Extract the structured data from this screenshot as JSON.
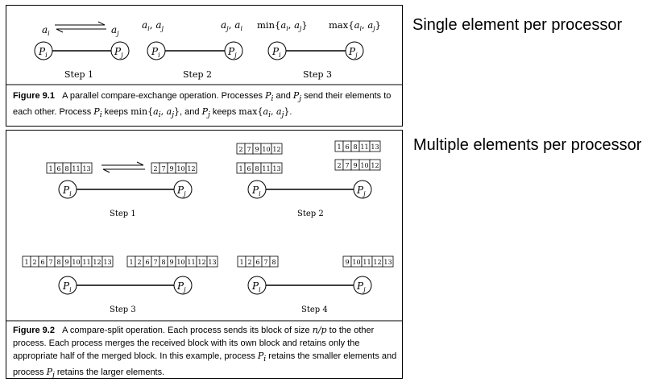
{
  "headings": {
    "single": "Single element per processor",
    "multiple": "Multiple elements per processor"
  },
  "fig1": {
    "step_labels": [
      "Step 1",
      "Step 2",
      "Step 3"
    ],
    "step1": {
      "left": "a",
      "left_sub": "i",
      "right": "a",
      "right_sub": "j"
    },
    "step2": {
      "left": "ai, aj",
      "right": "aj, ai"
    },
    "step3": {
      "left_fn": "min",
      "right_fn": "max",
      "args": "{ai, aj}"
    },
    "nodes": {
      "left": "P",
      "left_sub": "i",
      "right": "P",
      "right_sub": "j"
    },
    "caption": {
      "label": "Figure 9.1",
      "t1": "A parallel compare-exchange operation. Processes ",
      "t2": " and ",
      "t3": " send their elements to each other. Process ",
      "t4": " keeps ",
      "t5": ", and ",
      "t6": " keeps ",
      "t7": ".",
      "pi": "Pi",
      "pj": "Pj",
      "min": "min{ai, aj}",
      "max": "max{ai, aj}"
    }
  },
  "fig2": {
    "step_labels": [
      "Step 1",
      "Step 2",
      "Step 3",
      "Step 4"
    ],
    "step1": {
      "left": [
        "1",
        "6",
        "8",
        "11",
        "13"
      ],
      "right": [
        "2",
        "7",
        "9",
        "10",
        "12"
      ]
    },
    "step2": {
      "left_top": [
        "2",
        "7",
        "9",
        "10",
        "12"
      ],
      "left_bottom": [
        "1",
        "6",
        "8",
        "11",
        "13"
      ],
      "right_top": [
        "1",
        "6",
        "8",
        "11",
        "13"
      ],
      "right_bottom": [
        "2",
        "7",
        "9",
        "10",
        "12"
      ]
    },
    "step3": {
      "left": [
        "1",
        "2",
        "6",
        "7",
        "8",
        "9",
        "10",
        "11",
        "12",
        "13"
      ],
      "right": [
        "1",
        "2",
        "6",
        "7",
        "8",
        "9",
        "10",
        "11",
        "12",
        "13"
      ]
    },
    "step4": {
      "left": [
        "1",
        "2",
        "6",
        "7",
        "8"
      ],
      "right": [
        "9",
        "10",
        "11",
        "12",
        "13"
      ]
    },
    "caption": {
      "label": "Figure 9.2",
      "t1": "A compare-split operation.  Each process sends its block of size ",
      "np": "n/p",
      "t2": " to the other process. Each process merges the received block with its own block and retains only the appropriate half of the merged block. In this example, process ",
      "t3": " retains the smaller elements and process ",
      "t4": " retains the larger elements.",
      "pi": "Pi",
      "pj": "Pj"
    }
  }
}
